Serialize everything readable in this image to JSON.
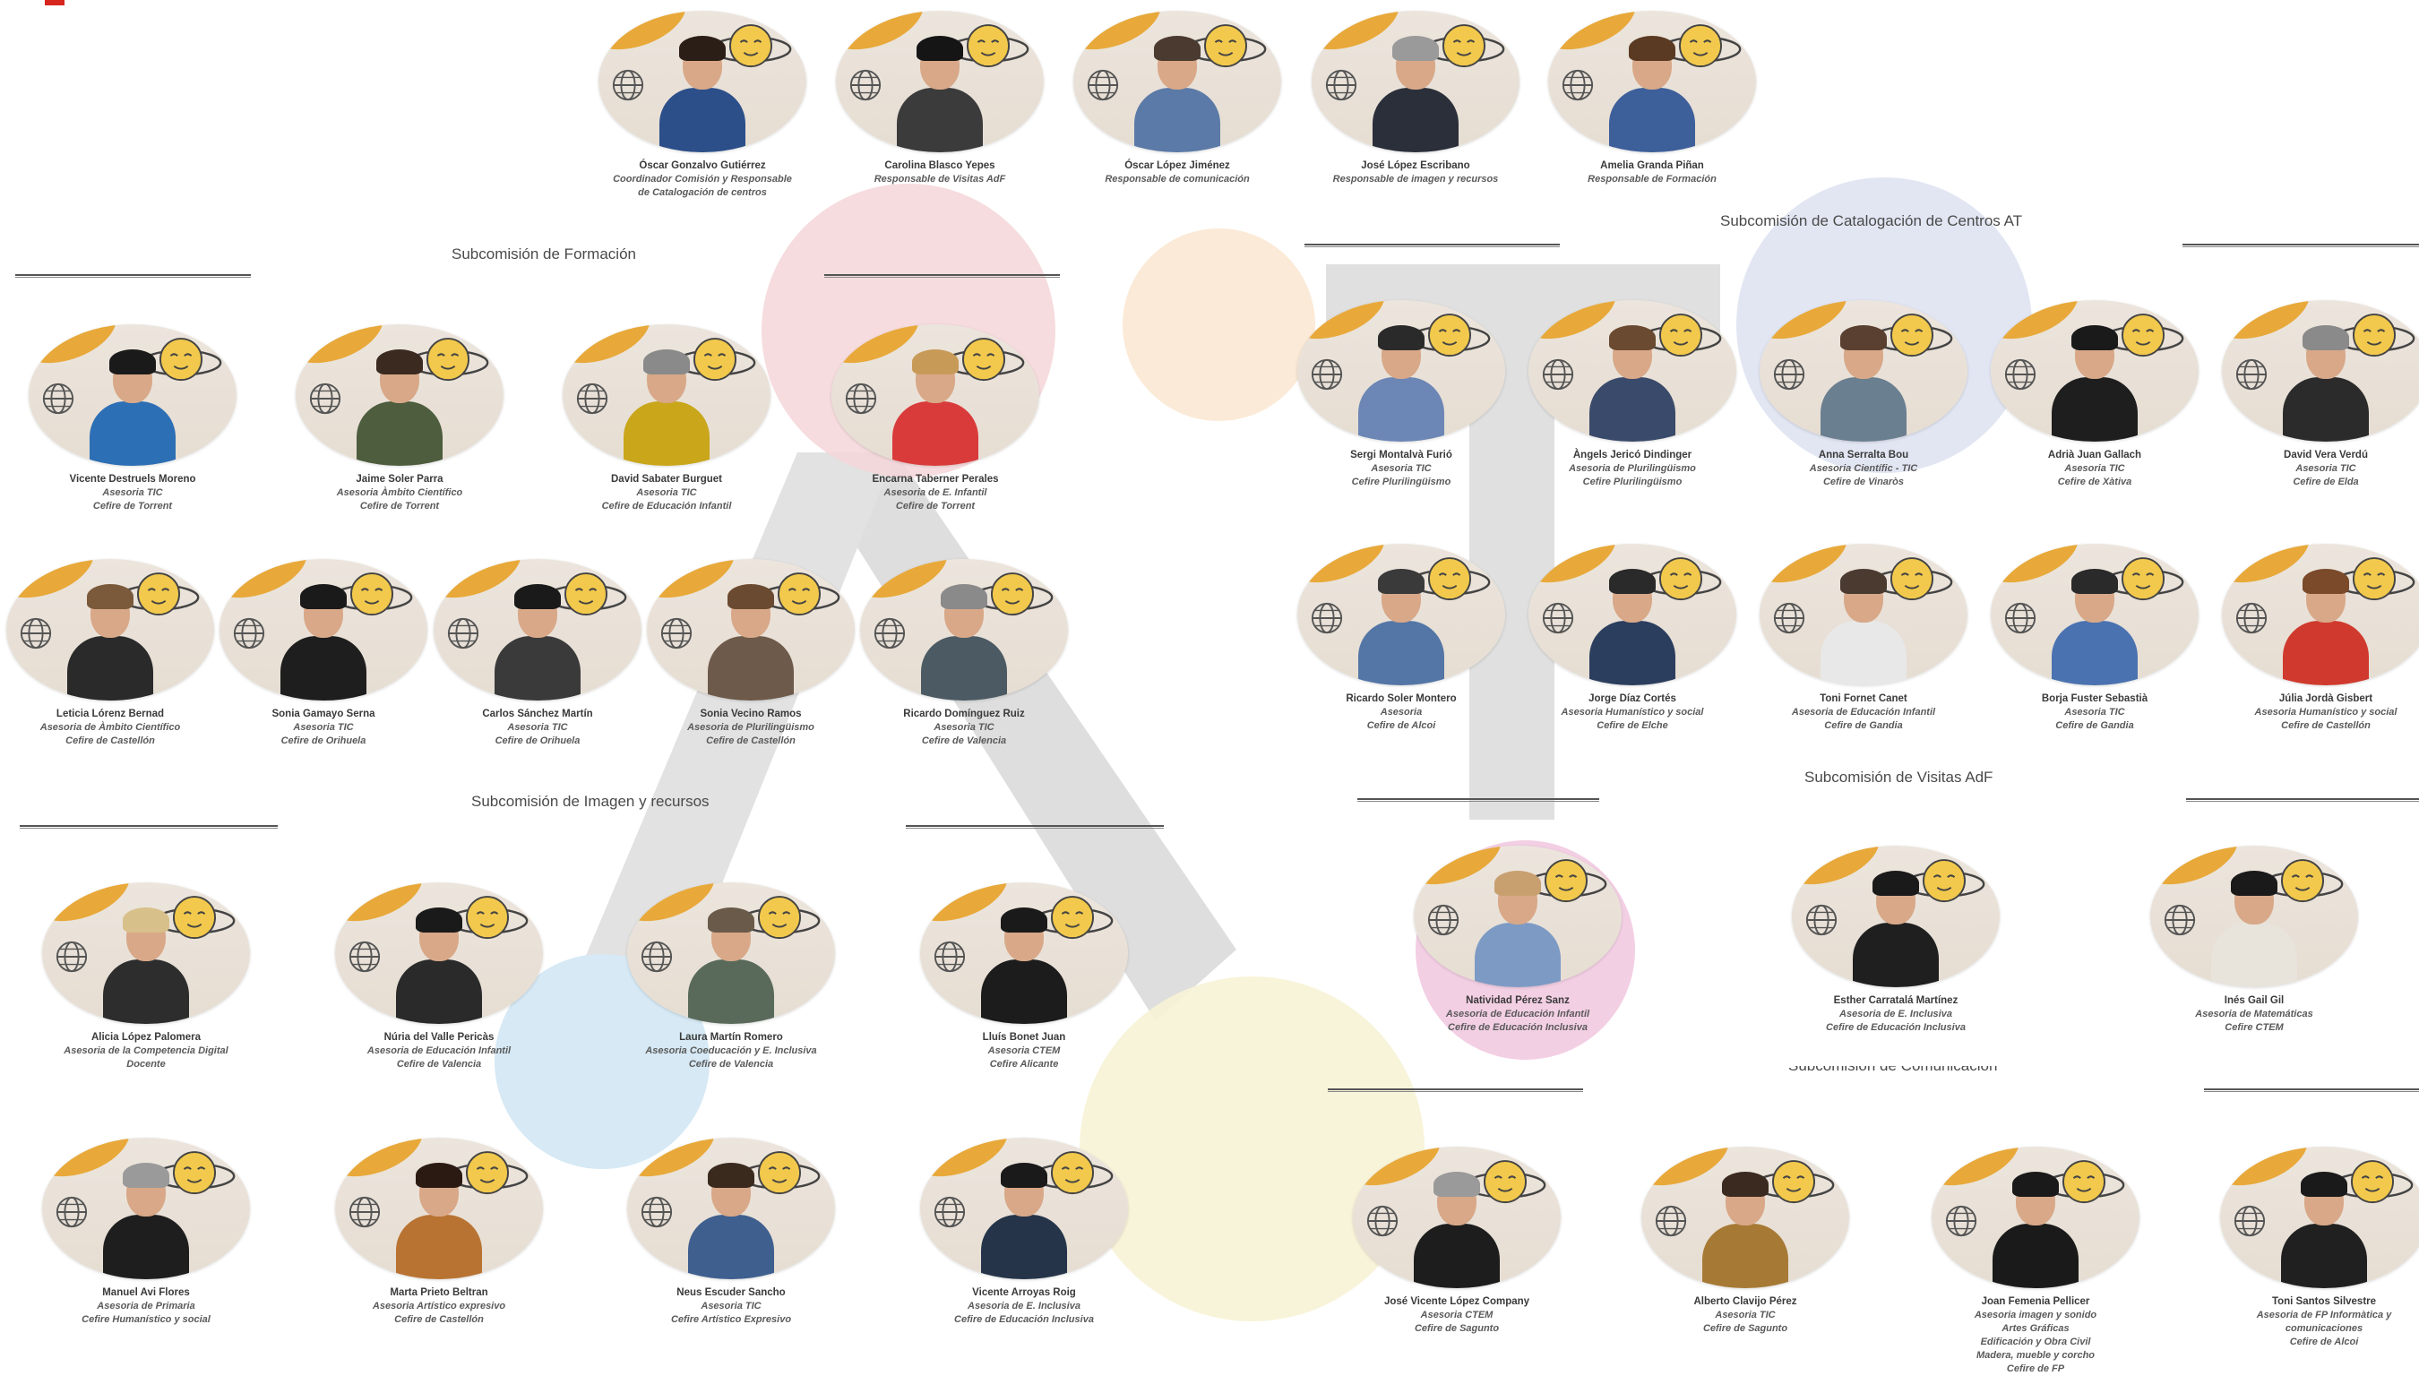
{
  "sections": {
    "formacion": "Subcomisión de Formación",
    "catalogacion": "Subcomisión de Catalogación de Centros AT",
    "imagen": "Subcomisión de Imagen y recursos",
    "visitas": "Subcomisión de Visitas AdF",
    "comunicacion": "Subcomisión de Comunicación"
  },
  "people": [
    {
      "name": "Óscar Gonzalvo Gutiérrez",
      "roles": [
        "Coordinador Comisión y Responsable",
        "de Catalogación de centros"
      ]
    },
    {
      "name": "Carolina Blasco Yepes",
      "roles": [
        "Responsable de Visitas AdF"
      ]
    },
    {
      "name": "Óscar López Jiménez",
      "roles": [
        "Responsable de comunicación"
      ]
    },
    {
      "name": "José López Escribano",
      "roles": [
        "Responsable de imagen y recursos"
      ]
    },
    {
      "name": "Amelia Granda Piñan",
      "roles": [
        "Responsable de Formación"
      ]
    },
    {
      "name": "Vicente Destruels Moreno",
      "roles": [
        "Asesoria TIC",
        "Cefire de Torrent"
      ]
    },
    {
      "name": "Jaime Soler Parra",
      "roles": [
        "Asesoria Àmbito Científico",
        "Cefire de Torrent"
      ]
    },
    {
      "name": "David Sabater Burguet",
      "roles": [
        "Asesoria TIC",
        "Cefire de Educación Infantil"
      ]
    },
    {
      "name": "Encarna Taberner Perales",
      "roles": [
        "Asesoria de E. Infantil",
        "Cefire de Torrent"
      ]
    },
    {
      "name": "Leticia Lórenz Bernad",
      "roles": [
        "Asesoria de Àmbito Científico",
        "Cefire de Castellón"
      ]
    },
    {
      "name": "Sonia Gamayo Serna",
      "roles": [
        "Asesoria TIC",
        "Cefire de Orihuela"
      ]
    },
    {
      "name": "Carlos Sánchez Martín",
      "roles": [
        "Asesoria TIC",
        "Cefire de Orihuela"
      ]
    },
    {
      "name": "Sonia Vecino Ramos",
      "roles": [
        "Asesoria de Plurilingüismo",
        "Cefire de Castellón"
      ]
    },
    {
      "name": "Ricardo Domínguez Ruiz",
      "roles": [
        "Asesoria TIC",
        "Cefire de Valencia"
      ]
    },
    {
      "name": "Sergi Montalvà Furió",
      "roles": [
        "Asesoria TIC",
        "Cefire Plurilingüismo"
      ]
    },
    {
      "name": "Àngels Jericó Dindinger",
      "roles": [
        "Asesoria de Plurilingüismo",
        "Cefire Plurilingüismo"
      ]
    },
    {
      "name": "Anna Serralta Bou",
      "roles": [
        "Asesoria Científic - TIC",
        "Cefire de Vinaròs"
      ]
    },
    {
      "name": "Adrià Juan Gallach",
      "roles": [
        "Asesoria TIC",
        "Cefire de Xàtiva"
      ]
    },
    {
      "name": "David Vera Verdú",
      "roles": [
        "Asesoria TIC",
        "Cefire de Elda"
      ]
    },
    {
      "name": "Ricardo Soler Montero",
      "roles": [
        "Asesoria",
        "Cefire de Alcoi"
      ]
    },
    {
      "name": "Jorge Díaz Cortés",
      "roles": [
        "Asesoria Humanístico y social",
        "Cefire de Elche"
      ]
    },
    {
      "name": "Toni Fornet Canet",
      "roles": [
        "Asesoria de Educación Infantil",
        "Cefire de Gandia"
      ]
    },
    {
      "name": "Borja Fuster Sebastià",
      "roles": [
        "Asesoria TIC",
        "Cefire de Gandia"
      ]
    },
    {
      "name": "Júlia Jordà Gisbert",
      "roles": [
        "Asesoria Humanístico y social",
        "Cefire de Castellón"
      ]
    },
    {
      "name": "Alicia López Palomera",
      "roles": [
        "Asesoria de la Competencia Digital",
        "Docente"
      ]
    },
    {
      "name": "Núria del Valle Pericàs",
      "roles": [
        "Asesoria de Educación Infantil",
        "Cefire de Valencia"
      ]
    },
    {
      "name": "Laura Martín Romero",
      "roles": [
        "Asesoria Coeducación y E. Inclusiva",
        "Cefire de Valencia"
      ]
    },
    {
      "name": "Lluís Bonet Juan",
      "roles": [
        "Asesoria CTEM",
        "Cefire Alicante"
      ]
    },
    {
      "name": "Manuel Avi Flores",
      "roles": [
        "Asesoria de Primaria",
        "Cefire Humanístico y social"
      ]
    },
    {
      "name": "Marta Prieto Beltran",
      "roles": [
        "Asesoria Artístico expresivo",
        "Cefire de Castellón"
      ]
    },
    {
      "name": "Neus Escuder Sancho",
      "roles": [
        "Asesoria TIC",
        "Cefire Artístico Expresivo"
      ]
    },
    {
      "name": "Vicente Arroyas Roig",
      "roles": [
        "Asesoria de E. Inclusiva",
        "Cefire de Educación Inclusiva"
      ]
    },
    {
      "name": "Natividad Pérez Sanz",
      "roles": [
        "Asesoria de Educación Infantil",
        "Cefire de Educación Inclusiva"
      ]
    },
    {
      "name": "Esther Carratalá Martínez",
      "roles": [
        "Asesoria de E. Inclusiva",
        "Cefire de Educación Inclusiva"
      ]
    },
    {
      "name": "Inés Gail Gil",
      "roles": [
        "Asesoria de Matemáticas",
        "Cefire CTEM"
      ]
    },
    {
      "name": "José Vicente López Company",
      "roles": [
        "Asesoria CTEM",
        "Cefire de Sagunto"
      ]
    },
    {
      "name": "Alberto Clavijo Pérez",
      "roles": [
        "Asesoria TIC",
        "Cefire de Sagunto"
      ]
    },
    {
      "name": "Joan Femenia Pellicer",
      "roles": [
        "Asesoria imagen y sonido",
        "Artes Gráficas",
        "Edificación y Obra Civil",
        "Madera, mueble y corcho",
        "Cefire de FP"
      ]
    },
    {
      "name": "Toni Santos Silvestre",
      "roles": [
        "Asesoria de FP Informàtica y",
        "comunicaciones",
        "Cefire de Alcoi"
      ]
    }
  ],
  "colors": {
    "accent_orange": "#e8a93a",
    "brand_red": "#d7261e",
    "circle_pink": "#f5d6d8",
    "circle_peach": "#fbead7",
    "circle_lavender": "#dde2f1",
    "circle_blue": "#d6e9f5",
    "circle_yellow": "#f7f3d6",
    "circle_magenta": "#f3cfe4",
    "watermark_grey": "#dedede"
  }
}
